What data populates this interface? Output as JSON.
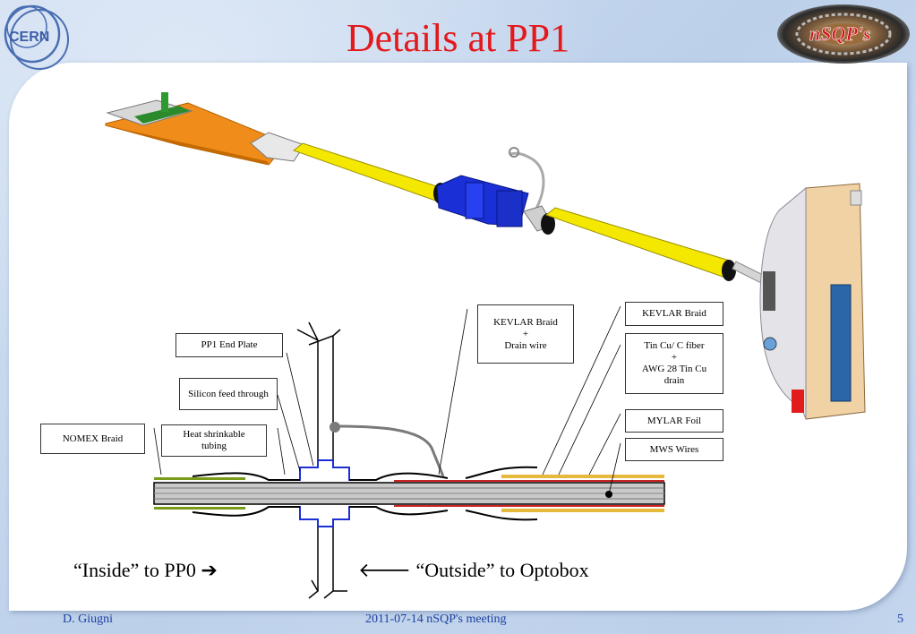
{
  "title": "Details at PP1",
  "logos": {
    "left": "CERN",
    "right": "nSQP's"
  },
  "labels": {
    "kevlar_drain": "KEVLAR Braid\n+\nDrain wire",
    "kevlar": "KEVLAR Braid",
    "pp1_end_plate": "PP1 End Plate",
    "tin_cu": "Tin Cu/ C fiber\n+\nAWG 28 Tin Cu\ndrain",
    "silicon": "Silicon feed through",
    "heat_shrink": "Heat shrinkable\ntubing",
    "nomex": "NOMEX Braid",
    "mylar": "MYLAR Foil",
    "mws": "MWS Wires"
  },
  "bottom": {
    "inside": "“Inside” to PP0 ➔",
    "outside": "🡐 “Outside” to Optobox"
  },
  "footer": {
    "author": "D. Giugni",
    "meeting": "2011-07-14  nSQP's meeting",
    "page": "5"
  },
  "colors": {
    "title": "#e3191b",
    "footer": "#1f3fa0",
    "cable": "#f5e800",
    "connector": "#1a2fd6",
    "board": "#f08c1a"
  }
}
